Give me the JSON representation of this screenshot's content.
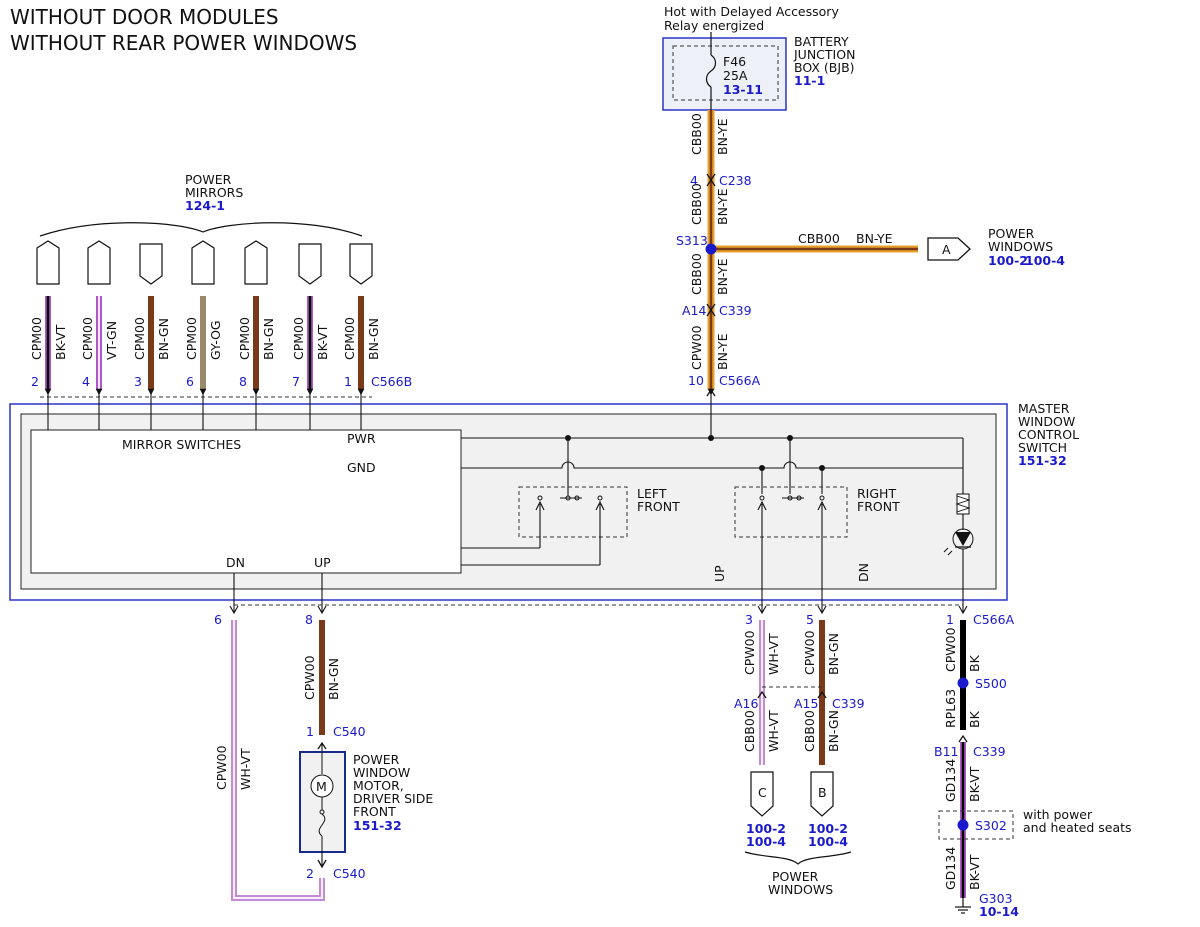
{
  "header": {
    "line1": "WITHOUT DOOR MODULES",
    "line2": "WITHOUT REAR POWER WINDOWS"
  },
  "top": {
    "hot_line1": "Hot with Delayed Accessory",
    "hot_line2": "Relay energized",
    "fuse_name": "F46",
    "fuse_amp": "25A",
    "fuse_ref": "13-11",
    "bjb_line1": "BATTERY",
    "bjb_line2": "JUNCTION",
    "bjb_line3": "BOX (BJB)",
    "bjb_ref": "11-1"
  },
  "connectors": {
    "c238": "C238",
    "c238_pin": "4",
    "s313": "S313",
    "c339_top": "C339",
    "c339_top_pin": "A14",
    "c566a_top": "C566A",
    "c566a_top_pin": "10",
    "c566b": "C566B",
    "c566a_bottom": "C566A",
    "c540_top": "C540",
    "c540_top_pin": "1",
    "c540_bot": "C540",
    "c540_bot_pin": "2",
    "c339_a16": "A16",
    "c339_a15": "A15",
    "c339_mid": "C339",
    "s500": "S500",
    "c339_b11": "B11",
    "c339_right": "C339",
    "s302": "S302",
    "g303": "G303",
    "g303_ref": "10-14"
  },
  "wires": {
    "cbb00": "CBB00",
    "cpw00": "CPW00",
    "cpm00": "CPM00",
    "rpl63": "RPL63",
    "gd134": "GD134",
    "bn_ye": "BN-YE",
    "bk_vt": "BK-VT",
    "vt_gn": "VT-GN",
    "bn_gn": "BN-GN",
    "gy_og": "GY-OG",
    "wh_vt": "WH-VT",
    "bk": "BK"
  },
  "power_windows_top": {
    "line1": "POWER",
    "line2": "WINDOWS",
    "ref1": "100-2",
    "ref2": "100-4",
    "arrow": "A"
  },
  "power_mirrors": {
    "line1": "POWER",
    "line2": "MIRRORS",
    "ref": "124-1",
    "pins": [
      "2",
      "4",
      "3",
      "6",
      "8",
      "7",
      "1"
    ],
    "colors": [
      "BK-VT",
      "VT-GN",
      "BN-GN",
      "GY-OG",
      "BN-GN",
      "BK-VT",
      "BN-GN"
    ]
  },
  "switch": {
    "line1": "MASTER",
    "line2": "WINDOW",
    "line3": "CONTROL",
    "line4": "SWITCH",
    "ref": "151-32",
    "mirror_switches": "MIRROR SWITCHES",
    "pwr": "PWR",
    "gnd": "GND",
    "dn": "DN",
    "up": "UP",
    "left_front_1": "LEFT",
    "left_front_2": "FRONT",
    "right_front_1": "RIGHT",
    "right_front_2": "FRONT",
    "up_v": "UP",
    "dn_v": "DN",
    "pin6": "6",
    "pin8": "8",
    "pin3": "3",
    "pin5": "5",
    "pin1": "1"
  },
  "motor": {
    "line1": "POWER",
    "line2": "WINDOW",
    "line3": "MOTOR,",
    "line4": "DRIVER SIDE",
    "line5": "FRONT",
    "ref": "151-32",
    "symbol": "M"
  },
  "bottom_windows": {
    "c_label": "C",
    "b_label": "B",
    "c_ref1": "100-2",
    "c_ref2": "100-4",
    "b_ref1": "100-2",
    "b_ref2": "100-4",
    "line1": "POWER",
    "line2": "WINDOWS"
  },
  "seats": {
    "line1": "with power",
    "line2": "and heated seats"
  },
  "colors": {
    "blue": "#1a1acc",
    "brown": "#7a3a1a",
    "orange": "#e8a02a",
    "violet": "#b058c8",
    "gray_og": "#9a8a6a",
    "black": "#000000"
  }
}
